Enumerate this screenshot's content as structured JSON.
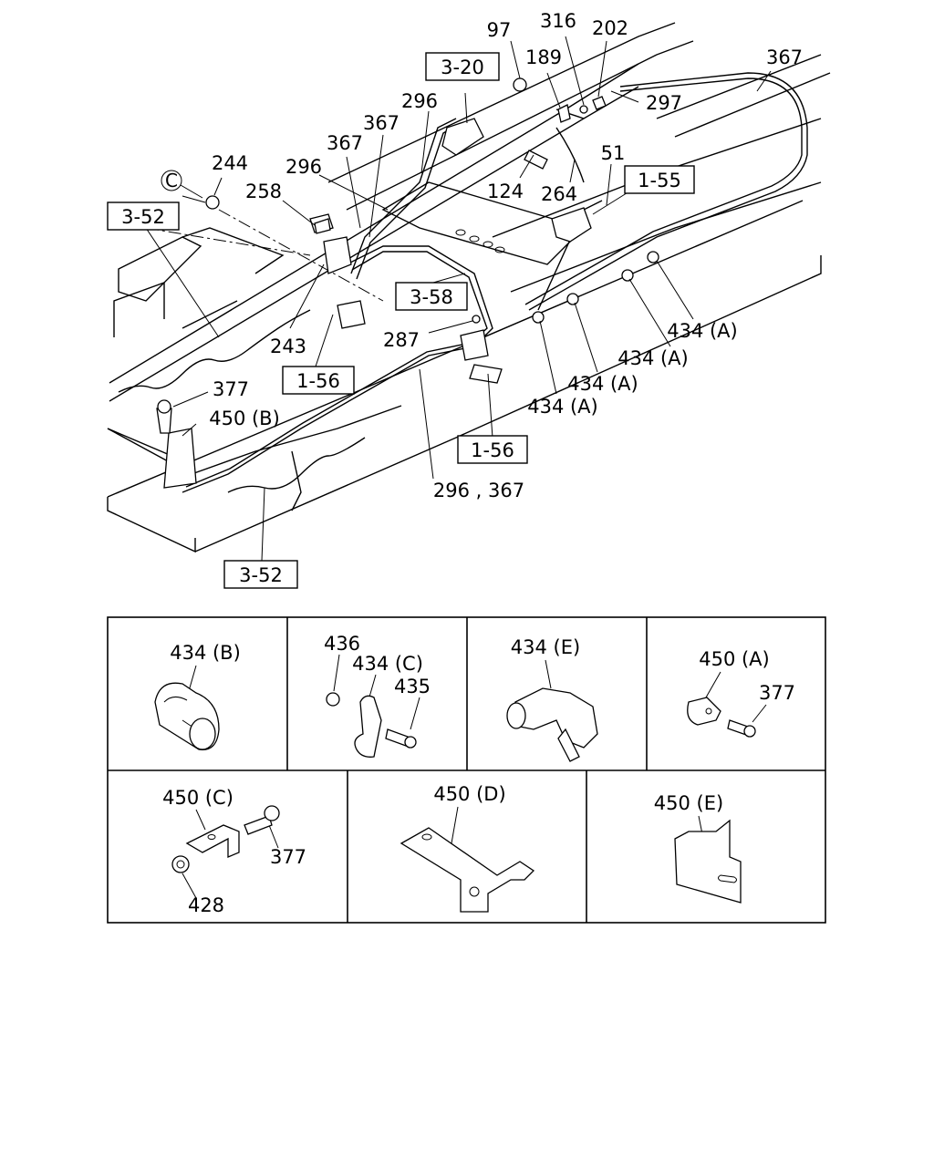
{
  "main_diagram": {
    "part_labels": {
      "p97": "97",
      "p316": "316",
      "p202": "202",
      "p367_top": "367",
      "p189": "189",
      "p297": "297",
      "p296_a": "296",
      "p367_a": "367",
      "p367_b": "367",
      "p51": "51",
      "p244": "244",
      "p258": "258",
      "p296_b": "296",
      "p124": "124",
      "p264": "264",
      "p243": "243",
      "p287": "287",
      "p434a_1": "434 (A)",
      "p434a_2": "434 (A)",
      "p434a_3": "434 (A)",
      "p434a_4": "434 (A)",
      "p377": "377",
      "p450b": "450 (B)",
      "p296_367": "296 , 367"
    },
    "ref_boxes": {
      "r3_20": "3-20",
      "r1_55": "1-55",
      "r3_52_top": "3-52",
      "r3_58": "3-58",
      "r1_56_left": "1-56",
      "r1_56_right": "1-56",
      "r3_52_bottom": "3-52"
    },
    "circle_marker": "C"
  },
  "detail_panels": {
    "p434b": {
      "label": "434 (B)"
    },
    "p434c": {
      "label_436": "436",
      "label_434c": "434 (C)",
      "label_435": "435"
    },
    "p434e": {
      "label": "434 (E)"
    },
    "p450a": {
      "label_450a": "450 (A)",
      "label_377": "377"
    },
    "p450c": {
      "label_450c": "450 (C)",
      "label_377": "377",
      "label_428": "428"
    },
    "p450d": {
      "label": "450 (D)"
    },
    "p450e": {
      "label": "450 (E)"
    }
  }
}
